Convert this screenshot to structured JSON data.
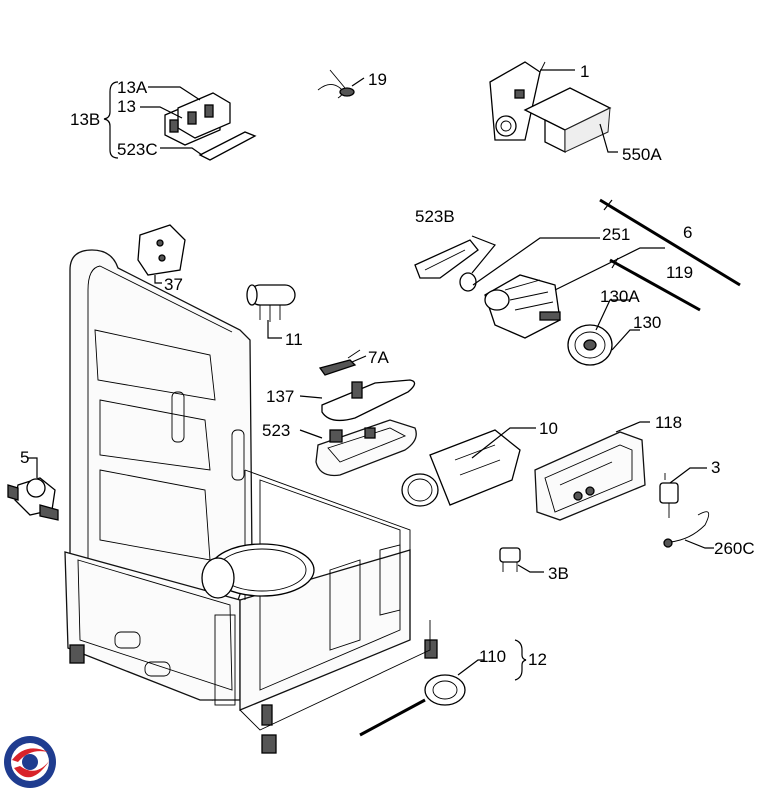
{
  "callouts": {
    "c1": "1",
    "c550a": "550A",
    "c19": "19",
    "c13a": "13A",
    "c13": "13",
    "c13b": "13B",
    "c523c": "523C",
    "c523b": "523B",
    "c251": "251",
    "c6": "6",
    "c119": "119",
    "c37": "37",
    "c11": "11",
    "c130a": "130A",
    "c130": "130",
    "c7a": "7A",
    "c137": "137",
    "c523": "523",
    "c10": "10",
    "c118": "118",
    "c5": "5",
    "c3": "3",
    "c260c": "260C",
    "c3b": "3B",
    "c110": "110",
    "c12": "12"
  },
  "colors": {
    "ink": "#000000",
    "background": "#ffffff",
    "logo_blue": "#1f3c8f",
    "logo_red": "#d8232a"
  },
  "icons": [
    "brand-logo-icon"
  ]
}
